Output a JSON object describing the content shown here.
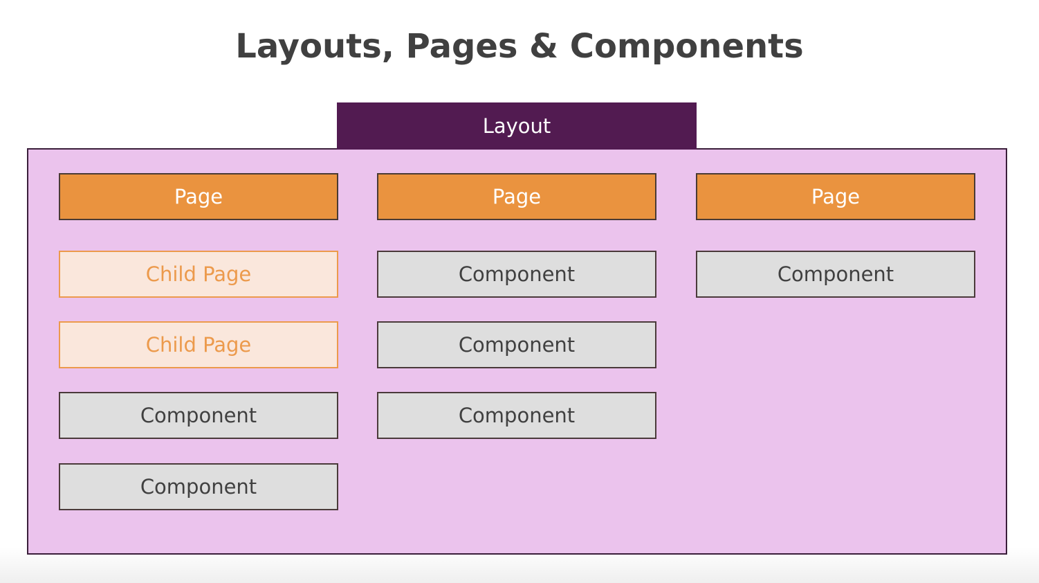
{
  "title": "Layouts, Pages & Components",
  "layout_label": "Layout",
  "columns": [
    {
      "page_label": "Page",
      "items": [
        {
          "kind": "child",
          "label": "Child Page"
        },
        {
          "kind": "child",
          "label": "Child Page"
        },
        {
          "kind": "component",
          "label": "Component"
        },
        {
          "kind": "component",
          "label": "Component"
        }
      ]
    },
    {
      "page_label": "Page",
      "items": [
        {
          "kind": "component",
          "label": "Component"
        },
        {
          "kind": "component",
          "label": "Component"
        },
        {
          "kind": "component",
          "label": "Component"
        }
      ]
    },
    {
      "page_label": "Page",
      "items": [
        {
          "kind": "component",
          "label": "Component"
        }
      ]
    }
  ],
  "colors": {
    "layout": "#521b51",
    "layout_area": "#ebc3ed",
    "page": "#ea933f",
    "child_page_fill": "#fae7dc",
    "child_page_border": "#ec9a4c",
    "component": "#dedede",
    "title_text": "#404040"
  }
}
